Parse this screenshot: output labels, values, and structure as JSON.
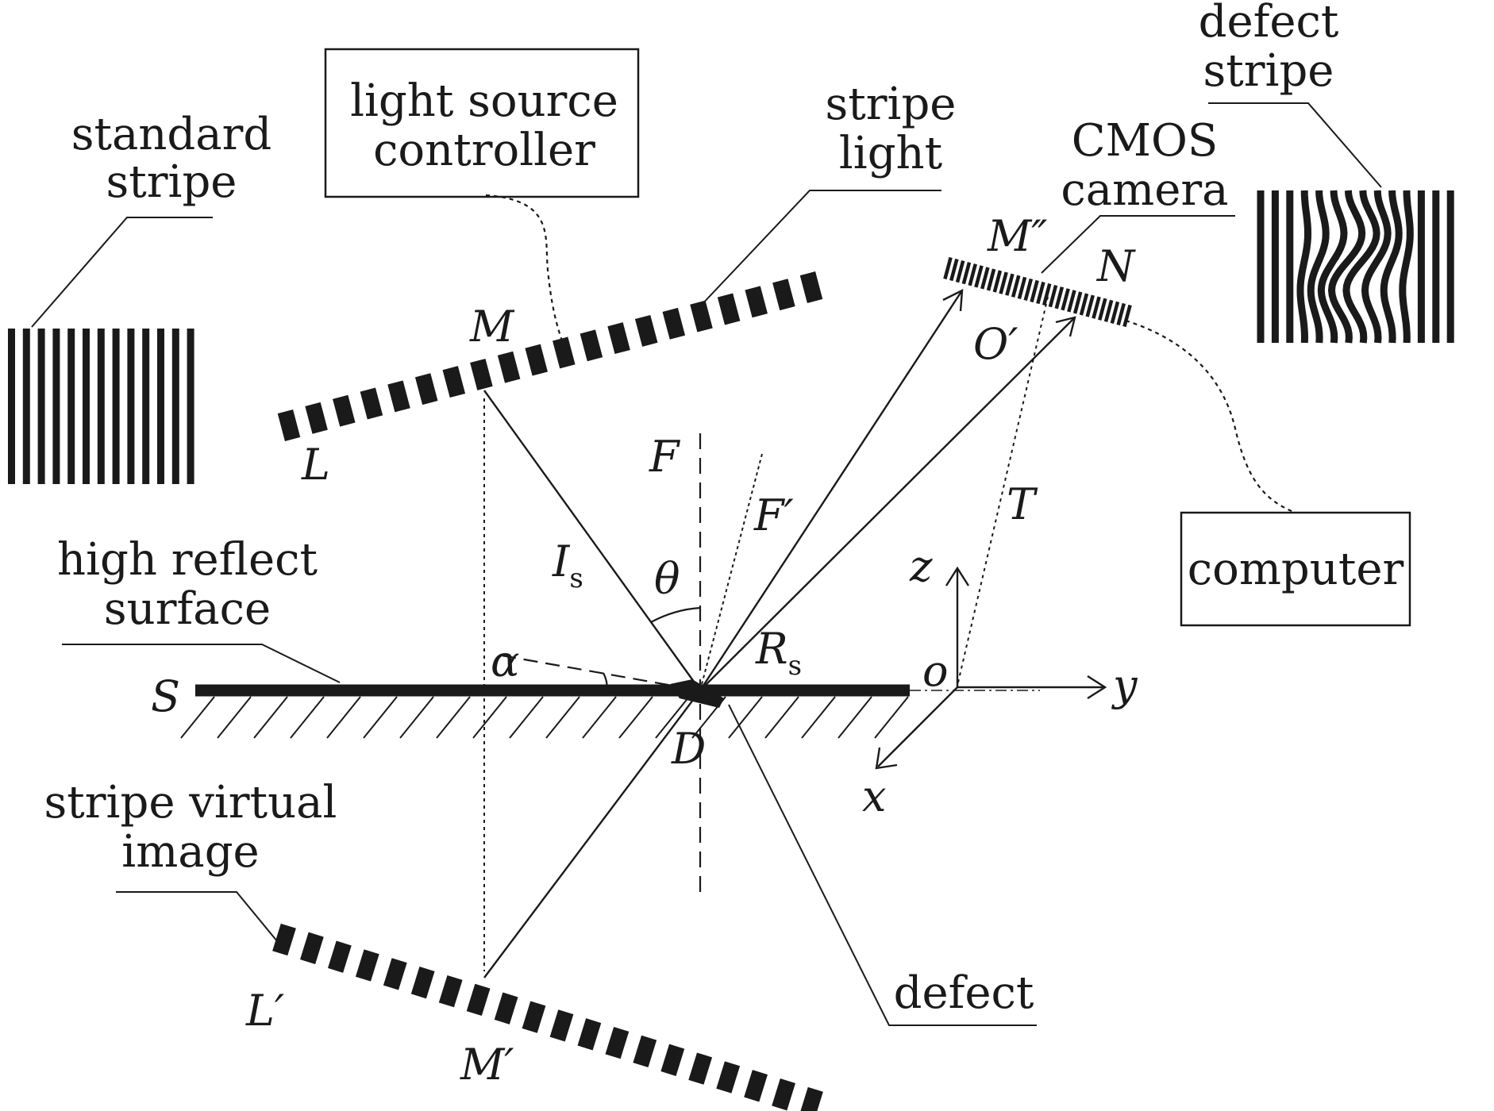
{
  "labels": {
    "light_source_controller": [
      "light source",
      "controller"
    ],
    "standard_stripe": [
      "standard",
      "stripe"
    ],
    "stripe_light": [
      "stripe",
      "light"
    ],
    "cmos_camera": [
      "CMOS",
      "camera"
    ],
    "defect_stripe": [
      "defect",
      "stripe"
    ],
    "computer": "computer",
    "high_reflect_surface": [
      "high reflect",
      "surface"
    ],
    "stripe_virtual_image": [
      "stripe virtual",
      "image"
    ],
    "defect": "defect"
  },
  "symbols": {
    "M": "M",
    "L": "L",
    "F": "F",
    "F_prime": "F′",
    "I": "I",
    "I_sub": "s",
    "theta": "θ",
    "alpha": "α",
    "R": "R",
    "R_sub": "s",
    "S": "S",
    "D": "D",
    "M_double_prime": "M″",
    "N": "N",
    "O_prime": "O′",
    "T": "T",
    "z": "z",
    "o": "o",
    "y": "y",
    "x": "x",
    "L_prime": "L′",
    "M_prime": "M′"
  },
  "colors": {
    "ink": "#1a1a1a",
    "background": "#ffffff"
  }
}
